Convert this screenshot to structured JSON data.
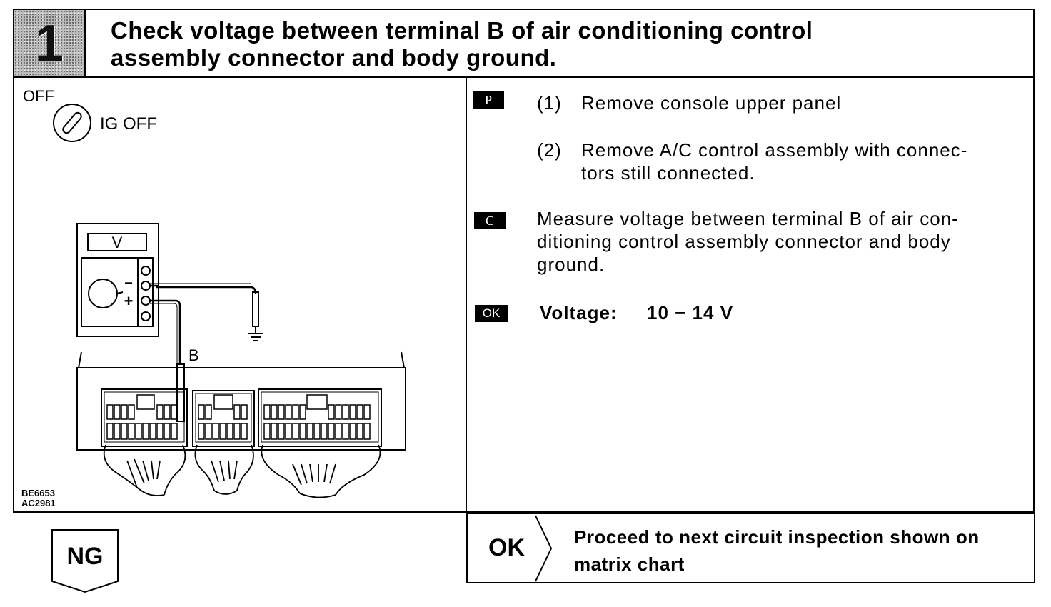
{
  "header": {
    "step_number": "1",
    "title_line1": "Check voltage between terminal B of air conditioning control",
    "title_line2": "assembly connector and body ground."
  },
  "illustration": {
    "switch_position_label": "OFF",
    "ignition_label": "IG OFF",
    "meter_label": "V",
    "minus_sign": "−",
    "plus_sign": "+",
    "terminal_label": "B",
    "figure_code_1": "BE6653",
    "figure_code_2": "AC2981",
    "icons": [
      "ignition-key-icon",
      "ground-symbol-icon",
      "voltmeter-icon",
      "connector-icon"
    ]
  },
  "instructions": {
    "prep_badge": "P",
    "prep_step1_num": "(1)",
    "prep_step1_text": "Remove console upper panel",
    "prep_step2_num": "(2)",
    "prep_step2_line1": "Remove A/C control assembly with connec-",
    "prep_step2_line2": "tors still connected.",
    "check_badge": "C",
    "check_line1": "Measure voltage between terminal B of air con-",
    "check_line2": "ditioning control assembly connector and body",
    "check_line3": "ground.",
    "ok_badge": "OK",
    "spec_label": "Voltage:",
    "spec_value": "10 − 14 V"
  },
  "result": {
    "ok_label": "OK",
    "ok_action_line1": "Proceed to next circuit inspection shown on",
    "ok_action_line2": "matrix chart",
    "ng_label": "NG"
  },
  "colors": {
    "ink": "#000000",
    "paper": "#ffffff",
    "screen_tone": "#b8b8b8"
  }
}
